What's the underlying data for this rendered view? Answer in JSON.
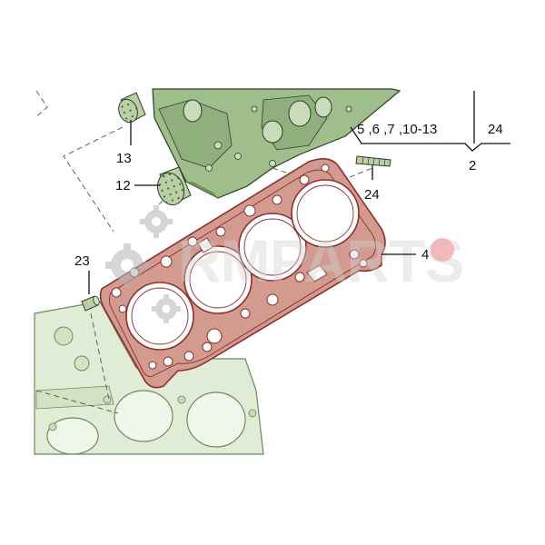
{
  "callouts": {
    "c13": "13",
    "c12": "12",
    "c24_stud": "24",
    "c23": "23",
    "c4": "4",
    "group_refs": "5 ,6 ,7 ,10-13",
    "c24_group": "24",
    "c2": "2"
  },
  "watermark": {
    "text": "RMPARTS",
    "icon": "gear-icon"
  },
  "colors": {
    "gasket_fill": "#d39a90",
    "gasket_stroke": "#8b2f2f",
    "head_fill": "#9fbe8c",
    "block_fill": "#e1ecd6",
    "accent_circle": "#f2aeb1"
  }
}
